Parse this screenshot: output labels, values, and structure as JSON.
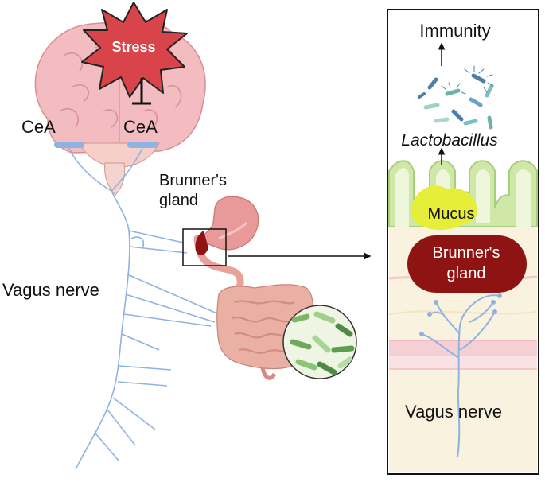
{
  "labels": {
    "stress": "Stress",
    "cea_left": "CeA",
    "cea_right": "CeA",
    "brunners_gland_line1": "Brunner's",
    "brunners_gland_line2": "gland",
    "vagus_nerve_left": "Vagus nerve",
    "immunity": "Immunity",
    "lactobacillus": "Lactobacillus",
    "mucus": "Mucus",
    "gland_inset_line1": "Brunner's",
    "gland_inset_line2": "gland",
    "vagus_nerve_inset": "Vagus nerve"
  },
  "colors": {
    "stress_burst": "#d9434a",
    "stress_text": "#ffffff",
    "brain": "#f2bcc0",
    "brain_stem": "#f4d4cf",
    "nerve": "#8fb3e0",
    "stomach": "#e89a9a",
    "gland": "#8e1414",
    "intestine": "#e9a89c",
    "mucus": "#e6ee3a",
    "villi": "#cfe8a8",
    "tissue": "#f9f2de",
    "inhibition": "#111111"
  },
  "icons": {
    "stress": "starburst-icon",
    "brain": "brain-icon",
    "stomach": "stomach-icon",
    "intestine": "intestine-icon",
    "bacteria": "bacteria-icon",
    "arrow": "arrow-icon"
  }
}
